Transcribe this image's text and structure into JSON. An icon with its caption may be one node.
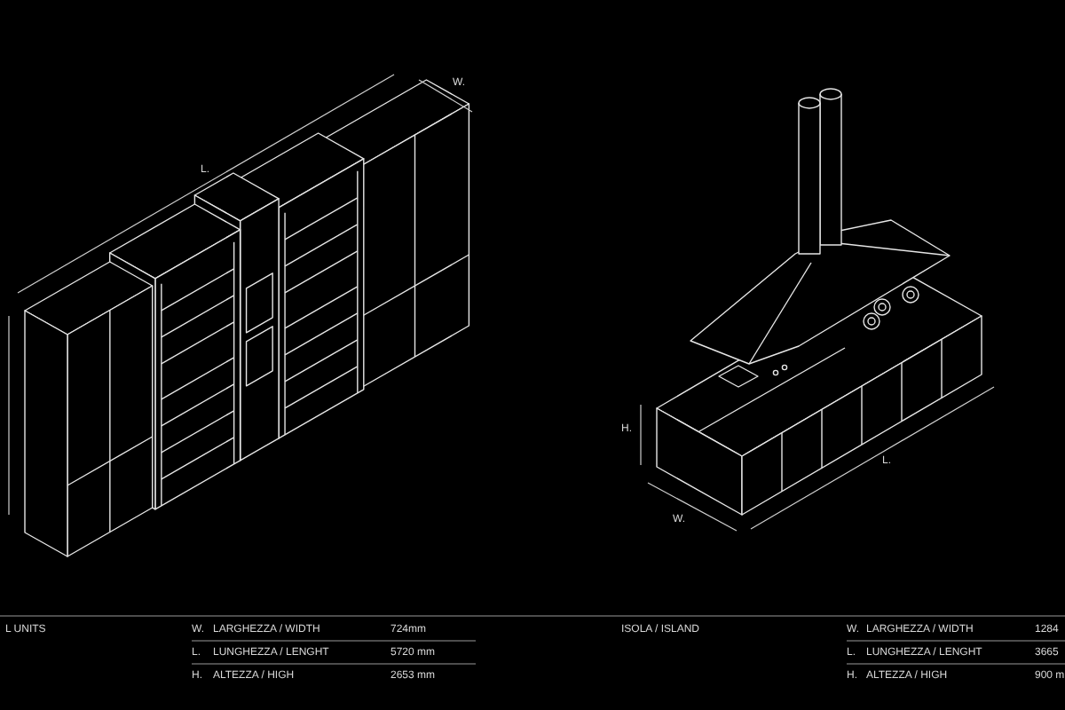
{
  "diagram": {
    "labels": [
      "W.",
      "L.",
      "H.",
      "L.",
      "W.",
      "L UNITS",
      "W.",
      "LARGHEZZA / WIDTH",
      "724mm",
      "ISOLA / ISLAND",
      "W.",
      "LARGHEZZA / WIDTH",
      "1284",
      "L.",
      "LUNGHEZZA / LENGHT",
      "5720 mm",
      "L.",
      "LUNGHEZZA / LENGHT",
      "3665",
      "H.",
      "ALTEZZA / HIGH",
      "2653 mm",
      "H.",
      "ALTEZZA / HIGH",
      "900 m"
    ]
  }
}
